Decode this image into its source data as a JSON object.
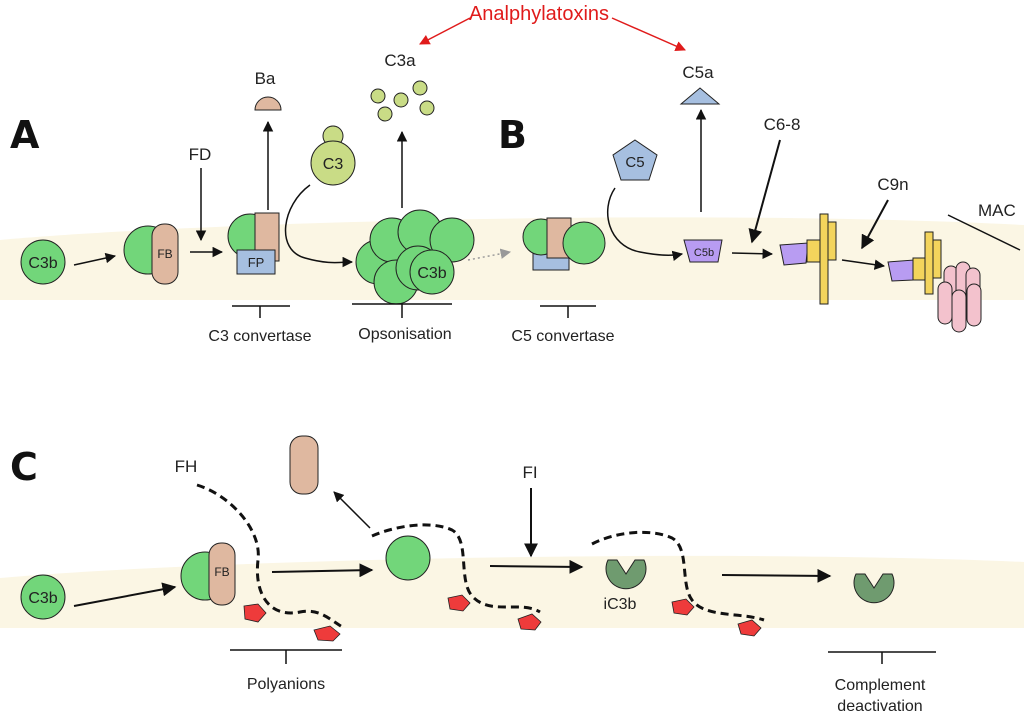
{
  "panels": {
    "a": "A",
    "b": "B",
    "c": "C"
  },
  "top": {
    "anaphylatoxins": "Analphylatoxins",
    "ba": "Ba",
    "c3a": "C3a",
    "c5a": "C5a",
    "fd": "FD",
    "c3_free": "C3",
    "c3b_start": "C3b",
    "fb": "FB",
    "fp": "FP",
    "c3b_opsonin": "C3b",
    "c5_free": "C5",
    "c5b": "C5b",
    "c6_8": "C6-8",
    "c9n": "C9n",
    "mac": "MAC",
    "c3_convertase": "C3 convertase",
    "opsonisation": "Opsonisation",
    "c5_convertase": "C5 convertase"
  },
  "bottom": {
    "fh": "FH",
    "c3b_start": "C3b",
    "fb": "FB",
    "fi": "FI",
    "ic3b": "iC3b",
    "polyanions": "Polyanions",
    "complement": "Complement",
    "deactivation": "deactivation"
  },
  "colors": {
    "membrane": "#fbf6e4",
    "c3b_green": "#72d67a",
    "fb_tan": "#dfb8a0",
    "fp_blue": "#a6bfe0",
    "c3_olive": "#c9dc86",
    "c5b_purple": "#b89cf2",
    "mac_yellow": "#f3d45c",
    "mac_pink": "#f3c2cd",
    "ic3b_green": "#6f9b6f",
    "polyanion_red": "#ee3b3b",
    "fh_line": "#111111",
    "anaphylatoxin_red": "#e01b1b"
  }
}
